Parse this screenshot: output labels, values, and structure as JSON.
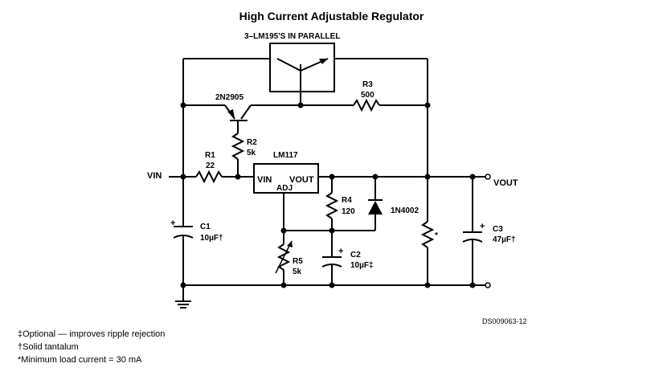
{
  "title": "High Current Adjustable Regulator",
  "labels": {
    "lm195_parallel": "3–LM195'S IN PARALLEL",
    "q_2n2905": "2N2905",
    "r1_name": "R1",
    "r1_value": "22",
    "r2_name": "R2",
    "r2_value": "5k",
    "r3_name": "R3",
    "r3_value": "500",
    "r4_name": "R4",
    "r4_value": "120",
    "r5_name": "R5",
    "r5_value": "5k",
    "lm117": "LM117",
    "vin_pin": "VIN",
    "vout_pin": "VOUT",
    "adj_pin": "ADJ",
    "vin_terminal": "VIN",
    "vout_terminal": "VOUT",
    "c1_name": "C1",
    "c1_value": "10µF†",
    "c2_name": "C2",
    "c2_value": "10µF‡",
    "c3_name": "C3",
    "c3_value": "47µF†",
    "diode": "1N4002",
    "load_star": "*",
    "plus": "+"
  },
  "doc_id": "DS009063-12",
  "notes": [
    "‡Optional — improves ripple rejection",
    "†Solid tantalum",
    "*Minimum load current = 30 mA"
  ]
}
